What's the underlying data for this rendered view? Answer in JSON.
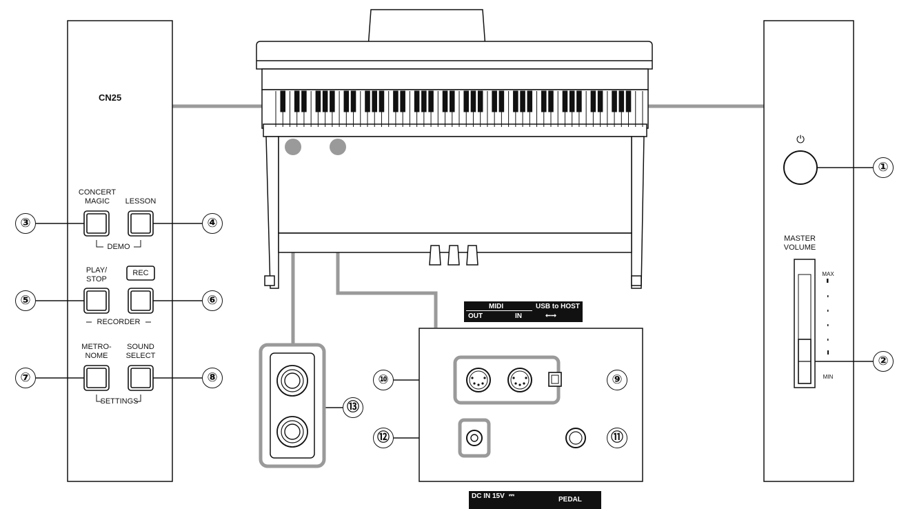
{
  "left_panel": {
    "model": "CN25",
    "buttons": {
      "concert_magic": "CONCERT\nMAGIC",
      "lesson": "LESSON",
      "play_stop": "PLAY/\nSTOP",
      "rec": "REC",
      "metronome": "METRO-\nNOME",
      "sound_select": "SOUND\nSELECT"
    },
    "groups": {
      "demo": "DEMO",
      "recorder": "RECORDER",
      "settings": "SETTINGS"
    }
  },
  "right_panel": {
    "power_symbol": "⏻",
    "master_volume": "MASTER\nVOLUME",
    "max": "MAX",
    "min": "MIN"
  },
  "jack_panel": {
    "top_labels": {
      "midi": "MIDI",
      "out": "OUT",
      "in": "IN",
      "usb": "USB to HOST",
      "usb_symbol": "⭠⭢"
    },
    "bottom_labels": {
      "dc_in": "DC IN 15V",
      "dc_symbol": "⎓",
      "pedal": "PEDAL"
    }
  },
  "callouts": [
    "①",
    "②",
    "③",
    "④",
    "⑤",
    "⑥",
    "⑦",
    "⑧",
    "⑨",
    "⑩",
    "⑪",
    "⑫",
    "⑬"
  ],
  "colors": {
    "line": "#9a9a9a",
    "ink": "#111111",
    "bar": "#111111"
  },
  "icons": {
    "power": "power-icon",
    "usb": "usb-icon"
  }
}
